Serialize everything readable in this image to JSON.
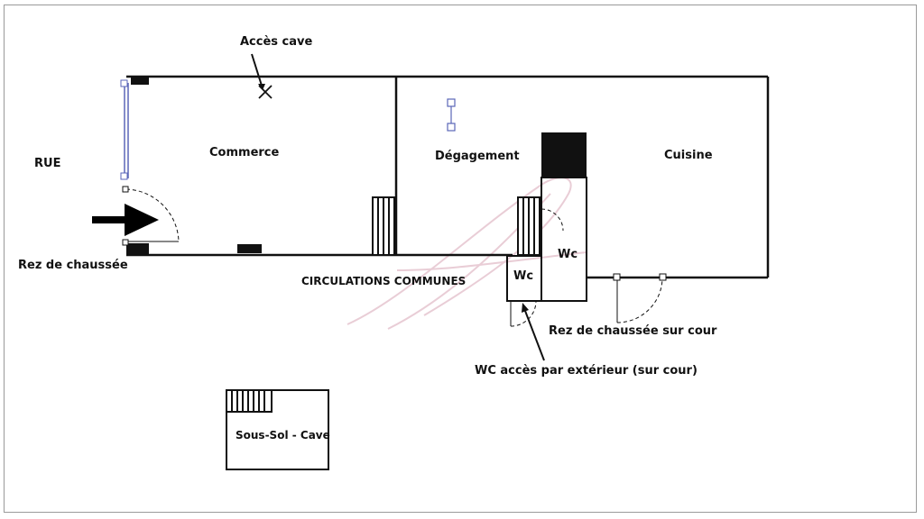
{
  "labels": {
    "acces_cave": "Accès cave",
    "commerce": "Commerce",
    "rue": "RUE",
    "rez_chaussee": "Rez de chaussée",
    "degagement": "Dégagement",
    "cuisine": "Cuisine",
    "circulations": "CIRCULATIONS COMMUNES",
    "wc_upper": "Wc",
    "wc_lower": "Wc",
    "rez_cour": "Rez de chaussée sur cour",
    "wc_exterieur": "WC accès par extérieur (sur cour)",
    "sous_sol": "Sous-Sol - Cave"
  },
  "colors": {
    "wall": "#111111",
    "window": "#5a66b8",
    "watermark": "#e7c8d2",
    "arrow": "#000000"
  }
}
